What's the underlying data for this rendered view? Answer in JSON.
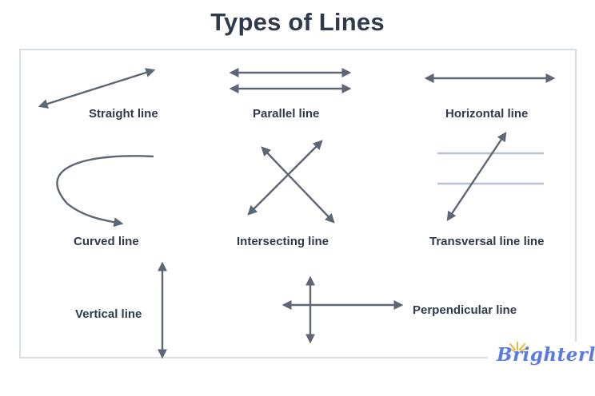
{
  "title": "Types of Lines",
  "labels": {
    "straight": "Straight line",
    "parallel": "Parallel line",
    "horizontal": "Horizontal line",
    "curved": "Curved line",
    "intersecting": "Intersecting line",
    "transversal": "Transversal line line",
    "vertical": "Vertical line",
    "perpendicular": "Perpendicular line"
  },
  "brand": "Brighterly",
  "colors": {
    "line": "#5d6675",
    "text": "#2f3b4c",
    "guide": "#b5c3d4",
    "border": "#d6dfe8",
    "brand": "#5b7be0",
    "brand_sun": "#f2b531"
  }
}
